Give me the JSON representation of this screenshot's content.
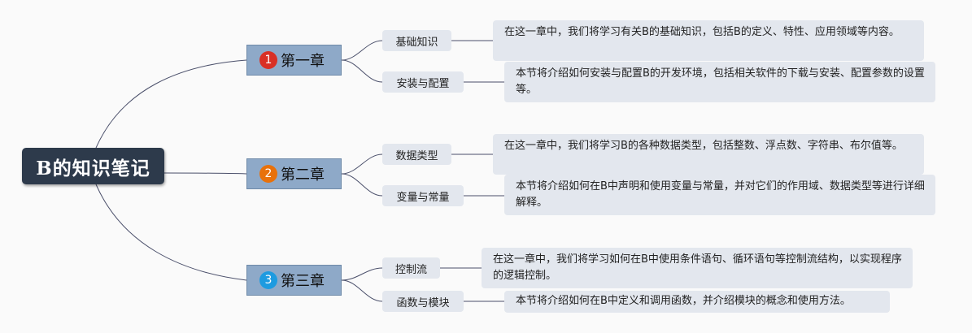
{
  "root": {
    "label": "B的知识笔记"
  },
  "chapters": [
    {
      "number": "1",
      "badge_color": "#d93025",
      "label": "第一章",
      "topics": [
        {
          "label": "基础知识",
          "note": "在这一章中，我们将学习有关B的基础知识，包括B的定义、特性、应用领域等内容。"
        },
        {
          "label": "安装与配置",
          "note": "本节将介绍如何安装与配置B的开发环境，包括相关软件的下载与安装、配置参数的设置等。"
        }
      ]
    },
    {
      "number": "2",
      "badge_color": "#e8710a",
      "label": "第二章",
      "topics": [
        {
          "label": "数据类型",
          "note": "在这一章中，我们将学习B的各种数据类型，包括整数、浮点数、字符串、布尔值等。"
        },
        {
          "label": "变量与常量",
          "note": "本节将介绍如何在B中声明和使用变量与常量，并对它们的作用域、数据类型等进行详细解释。"
        }
      ]
    },
    {
      "number": "3",
      "badge_color": "#1e9be0",
      "label": "第三章",
      "topics": [
        {
          "label": "控制流",
          "note": "在这一章中，我们将学习如何在B中使用条件语句、循环语句等控制流结构，以实现程序的逻辑控制。"
        },
        {
          "label": "函数与模块",
          "note": "本节将介绍如何在B中定义和调用函数，并介绍模块的概念和使用方法。"
        }
      ]
    }
  ],
  "colors": {
    "root_bg": "#2d3a4b",
    "chapter_bg": "#8ea9c8",
    "topic_bg": "#e3e7ee",
    "line": "#4a4f6a"
  }
}
